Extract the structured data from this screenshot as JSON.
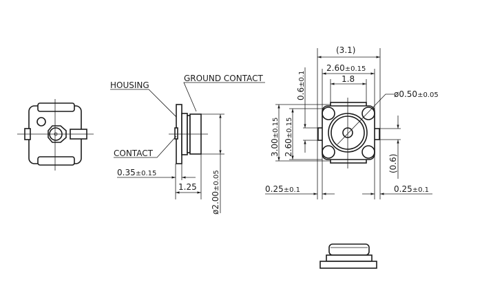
{
  "labels": {
    "housing": "HOUSING",
    "ground_contact": "GROUND CONTACT",
    "contact": "CONTACT"
  },
  "dimensions": {
    "flange_offset": {
      "value": "0.35",
      "tol": "±0.15"
    },
    "depth": "1.25",
    "diameter": {
      "value": "ø2.00",
      "tol": "±0.05"
    },
    "overall_width": "(3.1)",
    "body_width": {
      "value": "2.60",
      "tol": "±0.15"
    },
    "pad_width": "1.8",
    "hole_diameter": {
      "value": "ø0.50",
      "tol": "±0.05"
    },
    "tab_height": {
      "value": "0.6",
      "tol": "±0.1"
    },
    "overall_height": {
      "value": "3.00",
      "tol": "±0.15"
    },
    "body_height": {
      "value": "2.60",
      "tol": "±0.15"
    },
    "tab_span": "(0.6)",
    "left_margin": {
      "value": "0.25",
      "tol": "±0.1"
    },
    "right_margin": {
      "value": "0.25",
      "tol": "±0.1"
    }
  }
}
